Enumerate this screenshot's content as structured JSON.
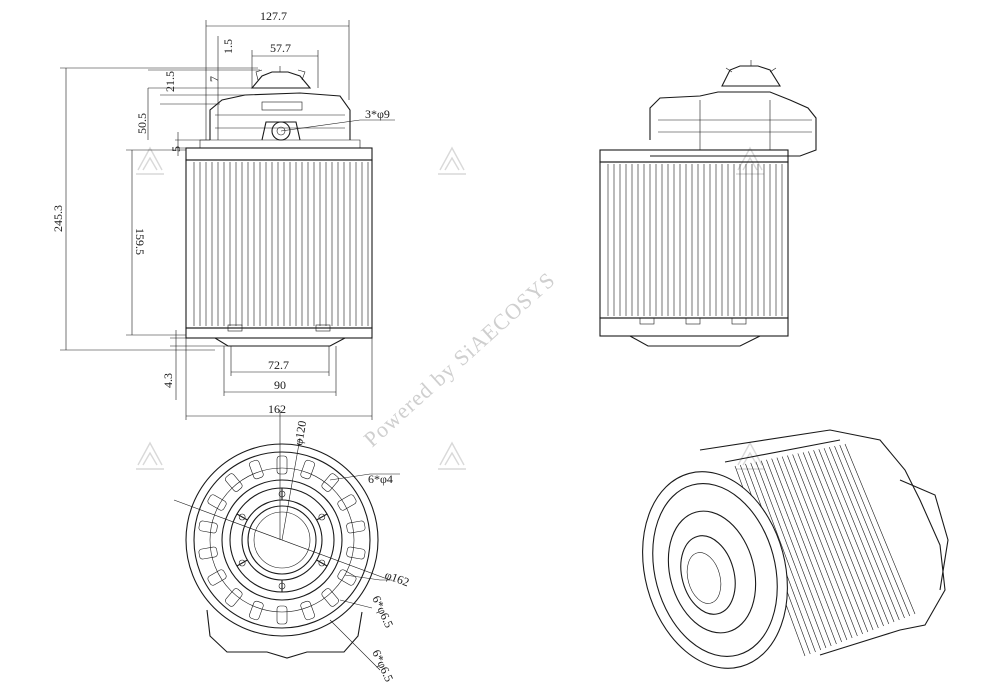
{
  "dimensions": {
    "overall_width": "127.7",
    "flange_offset": "1.5",
    "gear_width": "57.7",
    "gear_offset": "7",
    "gear_height": "21.5",
    "gearbox_height": "50.5",
    "mount_holes": "3*φ9",
    "step": "5",
    "total_height": "245.3",
    "body_height": "159.5",
    "base_offset": "4.3",
    "shaft_diameter": "72.7",
    "boss_diameter": "90",
    "body_diameter": "162",
    "bolt_circle": "φ120",
    "holes_4": "6*φ4",
    "outer_diameter": "φ162",
    "holes_6_5_a": "6*φ6.5",
    "holes_6_5_b": "6*φ6.5"
  },
  "watermark": {
    "text": "Powered by SiAECOSYS"
  },
  "colors": {
    "line": "#1a1a1a",
    "watermark": "#cfcfcf"
  }
}
